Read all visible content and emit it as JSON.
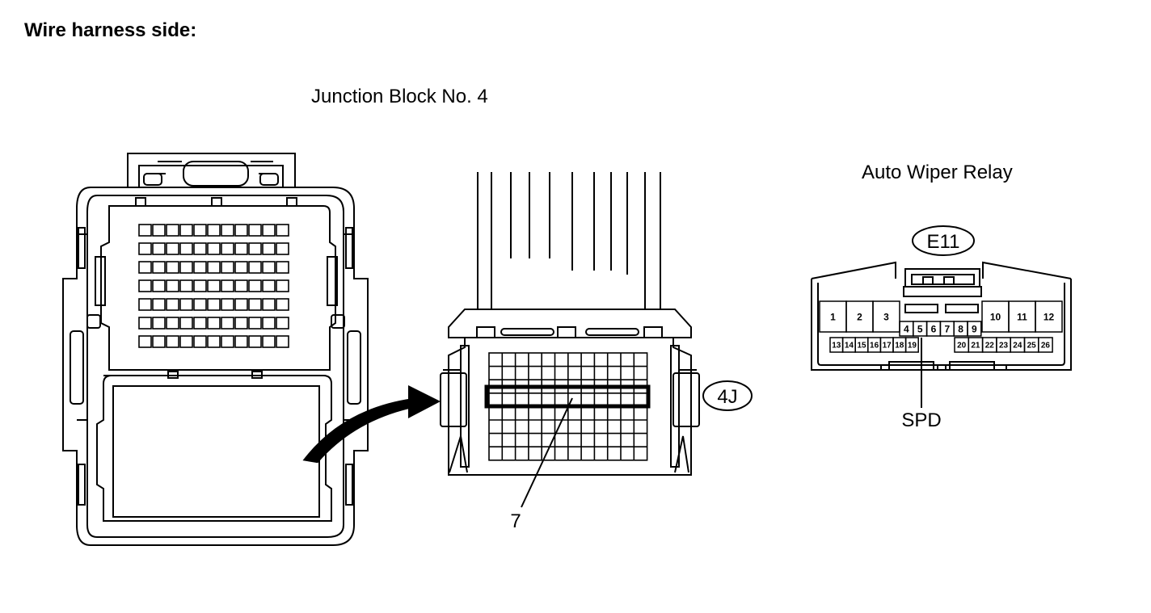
{
  "title": "Wire harness side:",
  "junction_block_label": "Junction Block No. 4",
  "relay_label": "Auto Wiper Relay",
  "junction_connector_code": "4J",
  "relay_connector_code": "E11",
  "junction_pin_callout": "7",
  "relay_pin_callout": "SPD",
  "relay_top_pins_left": [
    "1",
    "2",
    "3"
  ],
  "relay_top_pins_right": [
    "10",
    "11",
    "12"
  ],
  "relay_middle_pins": [
    "4",
    "5",
    "6",
    "7",
    "8",
    "9"
  ],
  "relay_bottom_pins_left": [
    "13",
    "14",
    "15",
    "16",
    "17",
    "18",
    "19"
  ],
  "relay_bottom_pins_right": [
    "20",
    "21",
    "22",
    "23",
    "24",
    "25",
    "26"
  ]
}
